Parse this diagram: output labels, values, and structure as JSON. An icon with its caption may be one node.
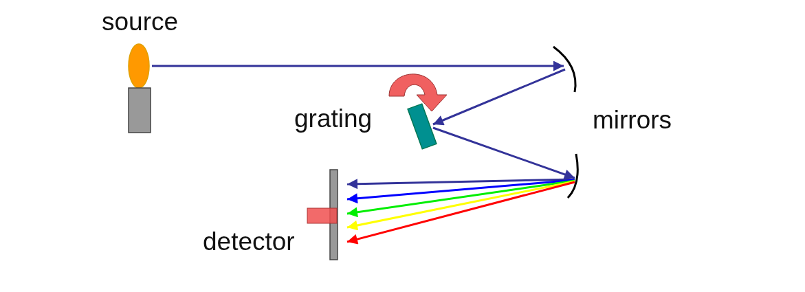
{
  "diagram": {
    "nodes": [
      {
        "text": [
          "source"
        ]
      },
      {
        "text": [],
        "shape": "picture"
      },
      {
        "text": [
          "grating"
        ]
      },
      {
        "text": [],
        "shape": "picture"
      },
      {
        "text": [
          "detector"
        ]
      }
    ],
    "edges": [
      {
        "from": 0,
        "to": 1,
        "arrow": "to"
      },
      {
        "from": 1,
        "to": 2,
        "arrow": "to"
      },
      {
        "from": 2,
        "to": 3,
        "arrow": "to"
      },
      {
        "from": 3,
        "to": 4,
        "arrow": "to"
      },
      {
        "from": 3,
        "to": 4,
        "arrow": "to",
        "color": "#0000ff"
      },
      {
        "from": 3,
        "to": 4,
        "arrow": "to",
        "color": "#00ee00"
      },
      {
        "from": 3,
        "to": 4,
        "arrow": "to",
        "color": "#ffff00"
      },
      {
        "from": 3,
        "to": 4,
        "arrow": "to",
        "color": "#ff0000"
      }
    ],
    "labels": [
      "mirrors"
    ]
  }
}
